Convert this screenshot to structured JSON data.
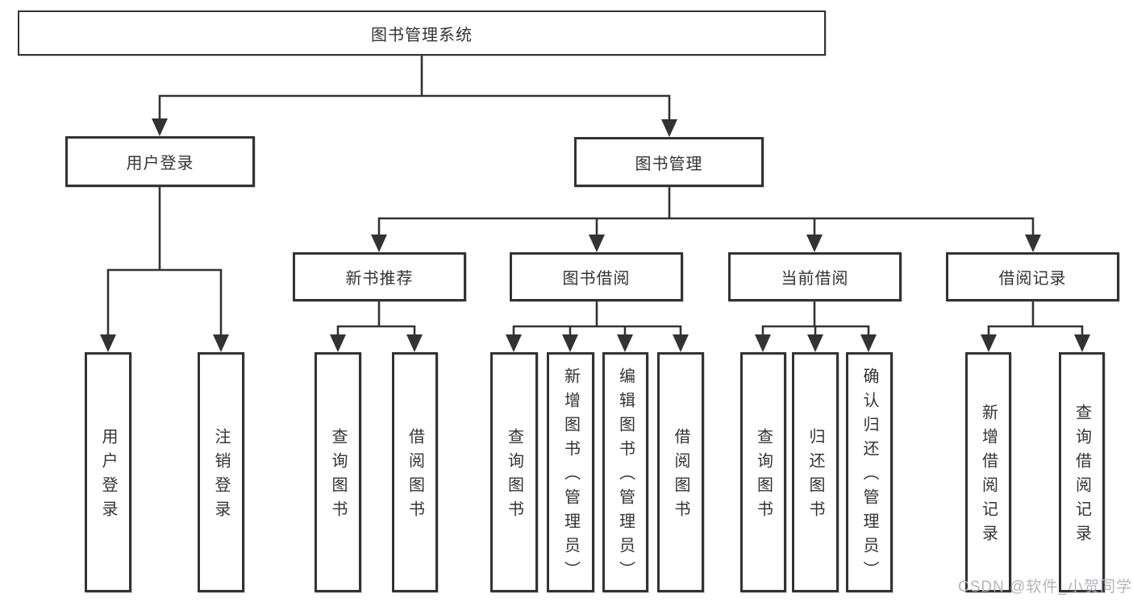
{
  "diagram": {
    "root": {
      "label": "图书管理系统"
    },
    "level2": [
      {
        "label": "用户登录"
      },
      {
        "label": "图书管理"
      }
    ],
    "level3": [
      {
        "label": "新书推荐"
      },
      {
        "label": "图书借阅"
      },
      {
        "label": "当前借阅"
      },
      {
        "label": "借阅记录"
      }
    ],
    "leaves": {
      "user_login": [
        "用户登录",
        "注销登录"
      ],
      "new_book_recommendation": [
        "查询图书",
        "借阅图书"
      ],
      "book_borrowing": [
        "查询图书",
        "新增图书（管理员）",
        "编辑图书（管理员）",
        "借阅图书"
      ],
      "current_borrowing": [
        "查询图书",
        "归还图书",
        "确认归还（管理员）"
      ],
      "borrowing_records": [
        "新增借阅记录",
        "查询借阅记录"
      ]
    },
    "line_color": "#333333"
  },
  "watermark": "CSDN @软件_小贺同学"
}
